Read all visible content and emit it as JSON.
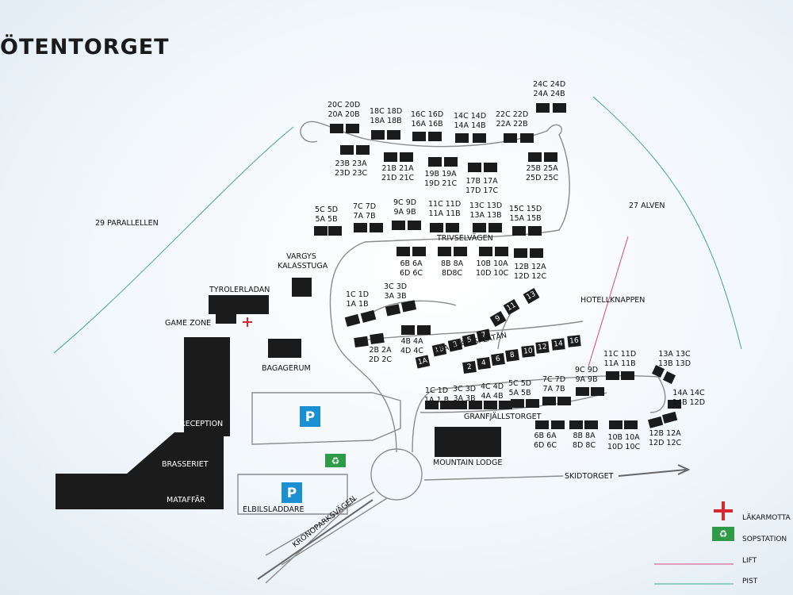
{
  "title": "ÖTENTORGET",
  "areas": {
    "parallellen": "29 PARALLELLEN",
    "alven": "27 ALVEN",
    "vargys": "VARGYS KALASSTUGA",
    "tyrolerladan": "TYROLERLADAN",
    "game_zone": "GAME ZONE",
    "bagagerum": "BAGAGERUM",
    "reception": "RECEPTION",
    "brasseriet": "BRASSERIET",
    "mataffar": "MATAFFÄR",
    "elbilsladdare": "ELBILSLADDARE",
    "mountain_lodge": "MOUNTAIN LODGE",
    "hotellknappen": "HOTELLKNAPPEN",
    "trivselvagen": "TRIVSELVÄGEN",
    "granfjallsplatan": "GRANFJÄLLSPLATÅN",
    "granfjallstorget": "GRANFJÄLLSTORGET",
    "skidtorget": "SKIDTORGET",
    "kronoparksvagen": "KRONOPARKSVÄGEN",
    "parking": "P"
  },
  "units": {
    "u20": [
      "20C 20D",
      "20A 20B"
    ],
    "u18": [
      "18C 18D",
      "18A 18B"
    ],
    "u16": [
      "16C 16D",
      "16A 16B"
    ],
    "u14": [
      "14C 14D",
      "14A 14B"
    ],
    "u22": [
      "22C 22D",
      "22A 22B"
    ],
    "u24": [
      "24C 24D",
      "24A 24B"
    ],
    "u23": [
      "23B 23A",
      "23D 23C"
    ],
    "u21": [
      "21B 21A",
      "21D 21C"
    ],
    "u19": [
      "19B 19A",
      "19D 21C"
    ],
    "u17": [
      "17B 17A",
      "17D 17C"
    ],
    "u25": [
      "25B 25A",
      "25D 25C"
    ],
    "u5": [
      "5C 5D",
      "5A 5B"
    ],
    "u7": [
      "7C 7D",
      "7A 7B"
    ],
    "u9": [
      "9C 9D",
      "9A 9B"
    ],
    "u11": [
      "11C 11D",
      "11A 11B"
    ],
    "u13": [
      "13C 13D",
      "13A 13B"
    ],
    "u15": [
      "15C 15D",
      "15A 15B"
    ],
    "t6": [
      "6B 6A",
      "6D 6C"
    ],
    "t8": [
      "8B 8A",
      "8D8C"
    ],
    "t10": [
      "10B 10A",
      "10D 10C"
    ],
    "t12": [
      "12B 12A",
      "12D 12C"
    ],
    "p1": [
      "1C 1D",
      "1A 1B"
    ],
    "p3": [
      "3C 3D",
      "3A 3B"
    ],
    "p4": [
      "4B 4A",
      "4D 4C"
    ],
    "p2": [
      "2B 2A",
      "2D 2C"
    ],
    "g1": [
      "1C 1D",
      "1A 1 B"
    ],
    "g3": [
      "3C 3D",
      "3A 3B"
    ],
    "g4": [
      "4C 4D",
      "4A 4B"
    ],
    "g5": [
      "5C 5D",
      "5A 5B"
    ],
    "g7": [
      "7C 7D",
      "7A 7B"
    ],
    "g9": [
      "9C 9D",
      "9A 9B"
    ],
    "g11": [
      "11C 11D",
      "11A 11B"
    ],
    "g13": [
      "13A 13C",
      "13B 13D"
    ],
    "g14": [
      "14A 14C",
      "14B 12D"
    ],
    "g6": [
      "6B 6A",
      "6D 6C"
    ],
    "g8": [
      "8B 8A",
      "8D 8C"
    ],
    "g10": [
      "10B 10A",
      "10D 10C"
    ],
    "g12": [
      "12B 12A",
      "12D 12C"
    ]
  },
  "numbered_cabins": [
    "1B",
    "1A",
    "3",
    "5",
    "7",
    "2",
    "4",
    "6",
    "8",
    "10",
    "12",
    "14",
    "16",
    "9",
    "11",
    "13"
  ],
  "legend": {
    "lakarmottagning": "LÄKARMOTTA",
    "sopstation": "SOPSTATION",
    "lift": "LIFT",
    "pist": "PIST"
  },
  "colors": {
    "building": "#1b1b1b",
    "parking": "#1a8fd1",
    "recycle": "#2f9a47",
    "medical": "#d7262e",
    "lift": "#e0457b",
    "pist": "#3fa88e",
    "road": "#8a8a8a"
  },
  "icons": {
    "parking": "parking-icon",
    "recycle": "recycle-icon",
    "medical": "medical-cross-icon",
    "arrow": "arrow-right-icon"
  }
}
